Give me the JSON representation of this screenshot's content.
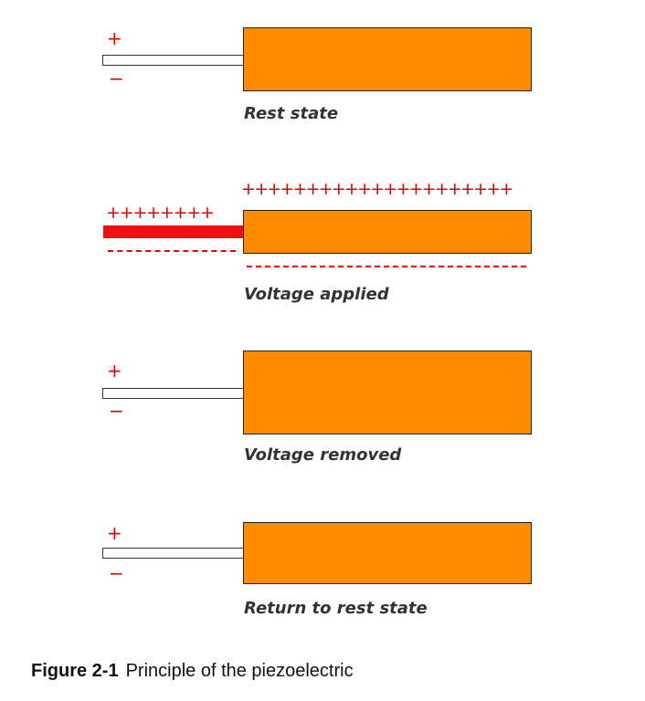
{
  "diagram": {
    "colors": {
      "crystal": "#ff8c00",
      "charge": "#e00000",
      "active_wire": "#ee1111",
      "label": "#333333"
    },
    "signs": {
      "plus": "+",
      "minus": "−"
    },
    "states": [
      {
        "label": "Rest state"
      },
      {
        "label": "Voltage applied",
        "electrode_plus": "++++++++",
        "crystal_plus": "+++++++++++++++++++++"
      },
      {
        "label": "Voltage removed"
      },
      {
        "label": "Return to rest state"
      }
    ]
  },
  "caption": {
    "number": "Figure 2-1",
    "text": "Principle of the piezoelectric"
  }
}
